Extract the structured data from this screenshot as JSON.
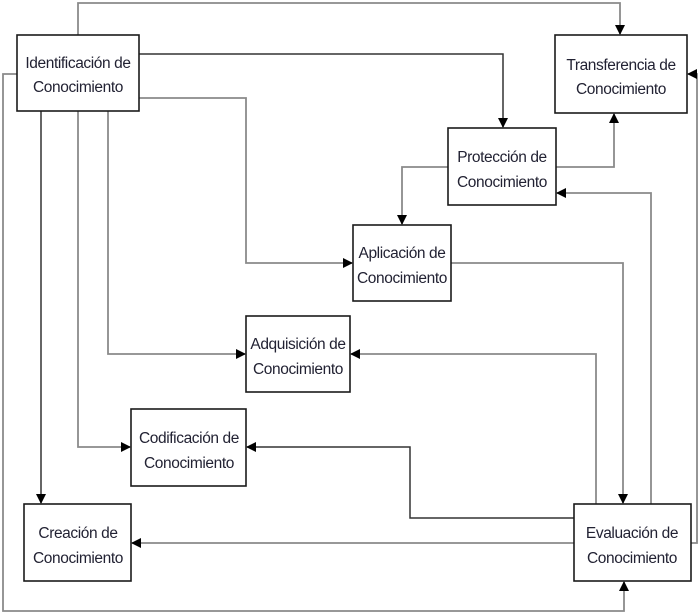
{
  "diagram": {
    "nodes": [
      {
        "id": "identificacion",
        "line1": "Identificación de",
        "line2": "Conocimiento"
      },
      {
        "id": "transferencia",
        "line1": "Transferencia de",
        "line2": "Conocimiento"
      },
      {
        "id": "proteccion",
        "line1": "Protección de",
        "line2": "Conocimiento"
      },
      {
        "id": "aplicacion",
        "line1": "Aplicación de",
        "line2": "Conocimiento"
      },
      {
        "id": "adquisicion",
        "line1": "Adquisición de",
        "line2": "Conocimiento"
      },
      {
        "id": "codificacion",
        "line1": "Codificación de",
        "line2": "Conocimiento"
      },
      {
        "id": "creacion",
        "line1": "Creación de",
        "line2": "Conocimiento"
      },
      {
        "id": "evaluacion",
        "line1": "Evaluación de",
        "line2": "Conocimiento"
      }
    ],
    "edges": [
      {
        "from": "identificacion",
        "to": "transferencia"
      },
      {
        "from": "identificacion",
        "to": "proteccion"
      },
      {
        "from": "identificacion",
        "to": "aplicacion"
      },
      {
        "from": "identificacion",
        "to": "adquisicion"
      },
      {
        "from": "identificacion",
        "to": "codificacion"
      },
      {
        "from": "identificacion",
        "to": "creacion"
      },
      {
        "from": "identificacion",
        "to": "evaluacion"
      },
      {
        "from": "proteccion",
        "to": "transferencia"
      },
      {
        "from": "proteccion",
        "to": "aplicacion"
      },
      {
        "from": "aplicacion",
        "to": "evaluacion"
      },
      {
        "from": "evaluacion",
        "to": "transferencia"
      },
      {
        "from": "evaluacion",
        "to": "proteccion"
      },
      {
        "from": "evaluacion",
        "to": "adquisicion"
      },
      {
        "from": "evaluacion",
        "to": "codificacion"
      },
      {
        "from": "evaluacion",
        "to": "creacion"
      }
    ]
  }
}
